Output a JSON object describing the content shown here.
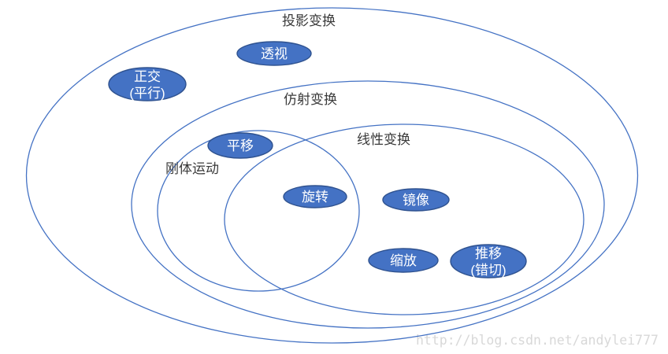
{
  "diagram": {
    "type": "euler-venn",
    "topic": "image transformation hierarchy",
    "sets": [
      {
        "id": "projective-transform",
        "label": "投影变换"
      },
      {
        "id": "affine-transform",
        "label": "仿射变换"
      },
      {
        "id": "linear-transform",
        "label": "线性变换"
      },
      {
        "id": "rigid-motion",
        "label": "刚体运动"
      }
    ],
    "nodes": [
      {
        "id": "perspective",
        "lines": [
          "透视"
        ]
      },
      {
        "id": "orthographic-parallel",
        "lines": [
          "正交",
          "(平行)"
        ]
      },
      {
        "id": "translation",
        "lines": [
          "平移"
        ]
      },
      {
        "id": "rotation",
        "lines": [
          "旋转"
        ]
      },
      {
        "id": "mirror",
        "lines": [
          "镜像"
        ]
      },
      {
        "id": "scaling",
        "lines": [
          "缩放"
        ]
      },
      {
        "id": "shear",
        "lines": [
          "推移",
          "(错切)"
        ]
      }
    ],
    "watermark": "http://blog.csdn.net/andylei777",
    "colors": {
      "background": "#FFFFFF",
      "node_fill": "#4472C4",
      "node_stroke": "#2F528F",
      "outline_stroke": "#4472C4",
      "label_text": "#3A3A3A",
      "node_text": "#FFFFFF",
      "watermark_text": "#D8D8D8"
    }
  }
}
